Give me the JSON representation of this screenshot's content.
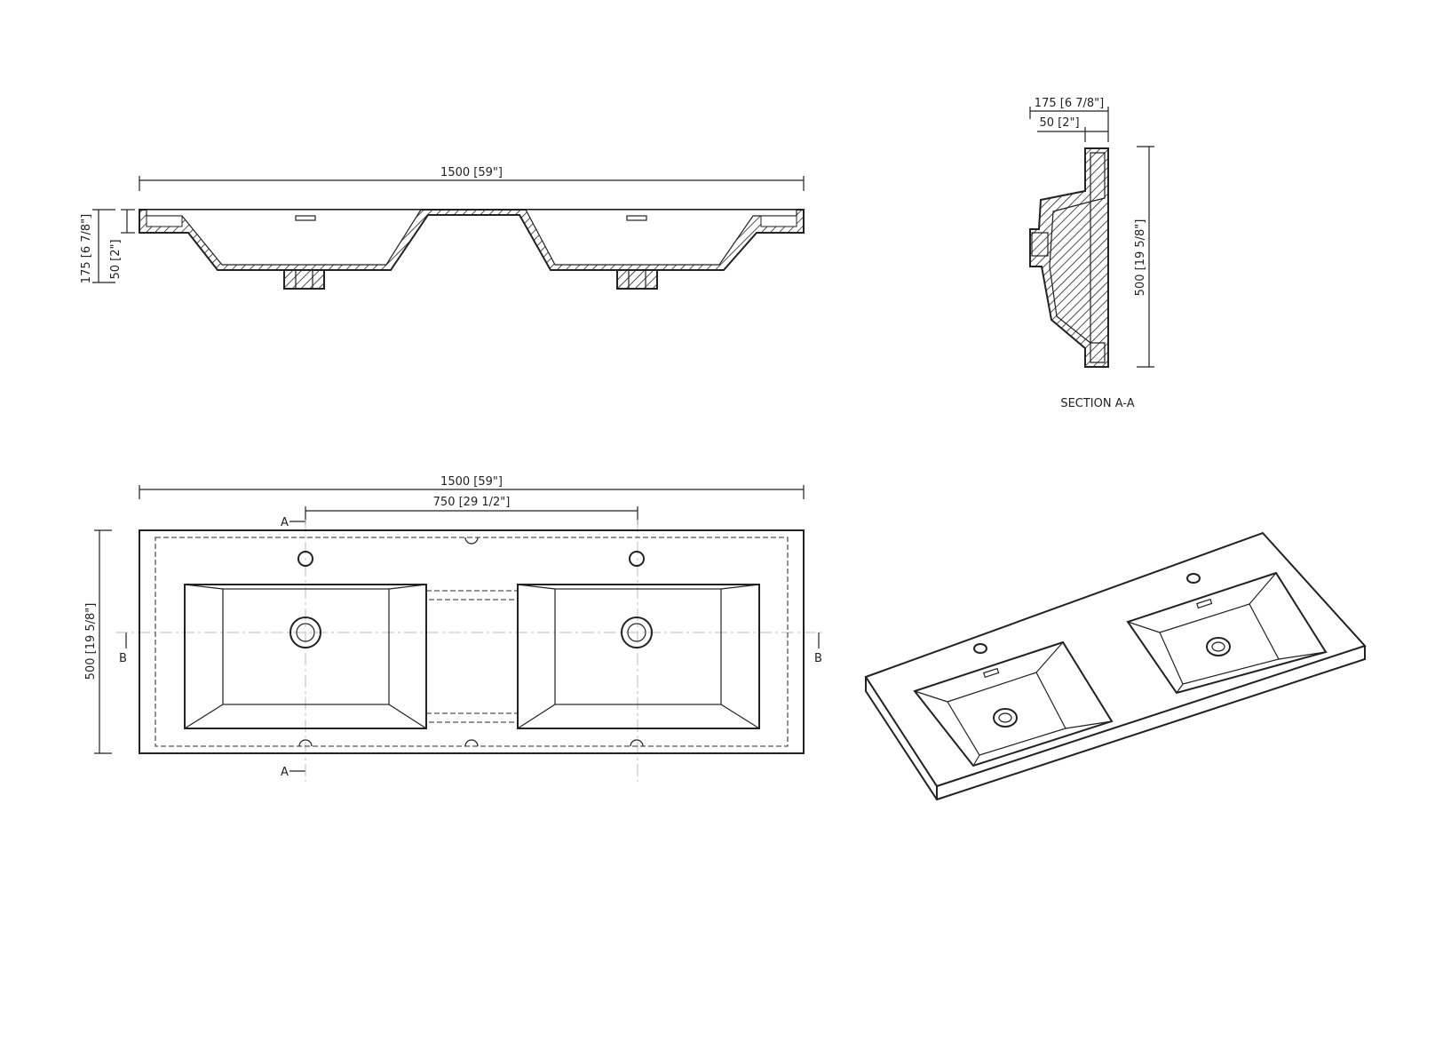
{
  "front_view": {
    "width_label": "1500 [59\"]",
    "height_label": "175 [6 7/8\"]",
    "deck_label": "50 [2\"]"
  },
  "section_view": {
    "depth_label": "175 [6 7/8\"]",
    "deck_label": "50 [2\"]",
    "length_label": "500 [19 5/8\"]",
    "title": "SECTION A-A"
  },
  "plan_view": {
    "width_label": "1500 [59\"]",
    "spacing_label": "750 [29 1/2\"]",
    "depth_label": "500 [19 5/8\"]",
    "section_a": "A",
    "section_b": "B"
  }
}
